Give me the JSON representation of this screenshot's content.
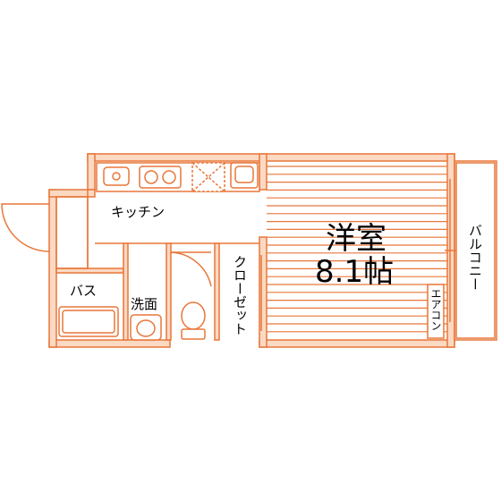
{
  "colors": {
    "wall": "#e8773a",
    "wall_fill": "#fbd9c3",
    "line": "#e8773a",
    "text": "#000000",
    "background": "#ffffff"
  },
  "rooms": {
    "western": {
      "label": "洋室",
      "size": "8.1帖"
    },
    "kitchen": {
      "label": "キッチン"
    },
    "bath": {
      "label": "バス"
    },
    "washroom": {
      "label": "洗面"
    },
    "closet": {
      "label": "クローゼット"
    },
    "balcony": {
      "label": "バルコニー"
    },
    "aircon": {
      "label": "エアコン"
    }
  }
}
